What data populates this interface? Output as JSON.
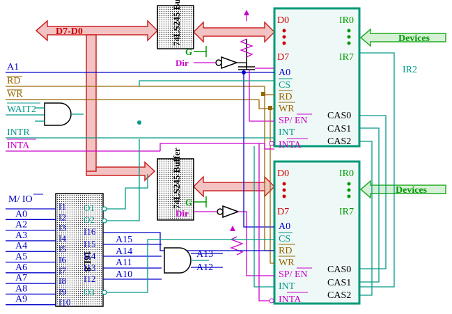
{
  "colors": {
    "blue": "#0000cc",
    "brown": "#996600",
    "teal": "#009988",
    "magenta": "#cc00cc",
    "red": "#cc0000",
    "green": "#009900",
    "chip_fill": "#eef8f6",
    "chip_border": "#009977",
    "bus_fill": "#f3c3c3",
    "bus_stroke": "#cc2222",
    "green_bus_fill": "#d6f0d6",
    "green_bus_stroke": "#22aa22"
  },
  "left_signals": {
    "a1": "A1",
    "rd": "RD",
    "wr": "WR",
    "wait2": "WAIT2",
    "intr": "INTR",
    "inta": "INTA",
    "mio": "M/ IO",
    "address": [
      "A0",
      "A2",
      "A3",
      "A4",
      "A5",
      "A6",
      "A7",
      "A8",
      "A9"
    ]
  },
  "bus_label": "D7-D0",
  "buffer_label": "74LS245 Buffer",
  "buffer_pins": {
    "g": "G",
    "dir": "Dir"
  },
  "pic_top": {
    "d0": "D0",
    "d7": "D7",
    "ir0": "IR0",
    "ir7": "IR7",
    "pins": [
      "A0",
      "CS",
      "RD",
      "WR",
      "SP/ EN",
      "INT",
      "INTA"
    ],
    "cas": [
      "CAS0",
      "CAS1",
      "CAS2"
    ]
  },
  "pic_bottom": {
    "d0": "D0",
    "d7": "D7",
    "ir0": "IR0",
    "ir7": "IR7",
    "pins": [
      "A0",
      "CS",
      "RD",
      "WR",
      "SP/ EN",
      "INT",
      "INTA"
    ],
    "cas": [
      "CAS0",
      "CAS1",
      "CAS2"
    ]
  },
  "devices_label": "Devices",
  "ir2_label": "IR2",
  "pal": {
    "name": "16L8",
    "inputs": [
      "I1",
      "I2",
      "I3",
      "I4",
      "I5",
      "I6",
      "I7",
      "I8",
      "I9",
      "I10"
    ],
    "outputs": [
      "O1",
      "O2"
    ],
    "inner": [
      "I16",
      "I15",
      "I14",
      "I13",
      "I12"
    ],
    "o3": "O3"
  },
  "pal_out_labels": [
    "A15",
    "A14",
    "A11",
    "A10"
  ],
  "and_inputs": [
    "A13",
    "A12"
  ]
}
